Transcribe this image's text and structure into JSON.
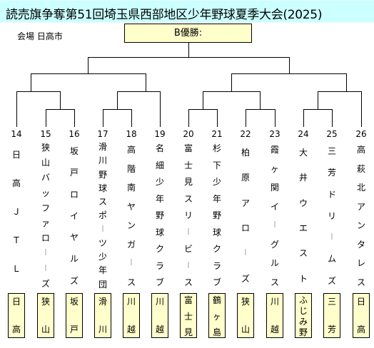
{
  "title": "読売旗争奪第51回埼玉県西部地区少年野球夏季大会(2025)",
  "venue": "会場 日高市",
  "final_box": "B優勝:",
  "teams": [
    {
      "num": "14",
      "name": "日高ＪＴＬ",
      "short": [
        "日",
        "高"
      ]
    },
    {
      "num": "15",
      "name": "狭山バッファローーズ",
      "short": [
        "狭",
        "山"
      ]
    },
    {
      "num": "16",
      "name": "坂戸ロイヤルズ",
      "short": [
        "坂",
        "戸"
      ]
    },
    {
      "num": "17",
      "name": "滑川野球スポーツ少年団",
      "short": [
        "滑",
        "川"
      ]
    },
    {
      "num": "18",
      "name": "高階南ヤンガース",
      "short": [
        "川",
        "越"
      ]
    },
    {
      "num": "19",
      "name": "名細少年野球クラブ",
      "short": [
        "川",
        "越"
      ]
    },
    {
      "num": "20",
      "name": "富士見スリービース",
      "short": [
        "富",
        "士",
        "見"
      ]
    },
    {
      "num": "21",
      "name": "杉下少年野球クラブ",
      "short": [
        "鶴",
        "ヶ",
        "島"
      ]
    },
    {
      "num": "22",
      "name": "柏原アローズ",
      "short": [
        "狭",
        "山"
      ]
    },
    {
      "num": "23",
      "name": "霞ヶ関イーグルス",
      "short": [
        "川",
        "越"
      ]
    },
    {
      "num": "24",
      "name": "大井ウエスト",
      "short": [
        "ふ",
        "じ",
        "み",
        "野"
      ]
    },
    {
      "num": "25",
      "name": "三芳ドリームズ",
      "short": [
        "三",
        "芳"
      ]
    },
    {
      "num": "26",
      "name": "高萩北アンタレス",
      "short": [
        "日",
        "高"
      ]
    }
  ]
}
